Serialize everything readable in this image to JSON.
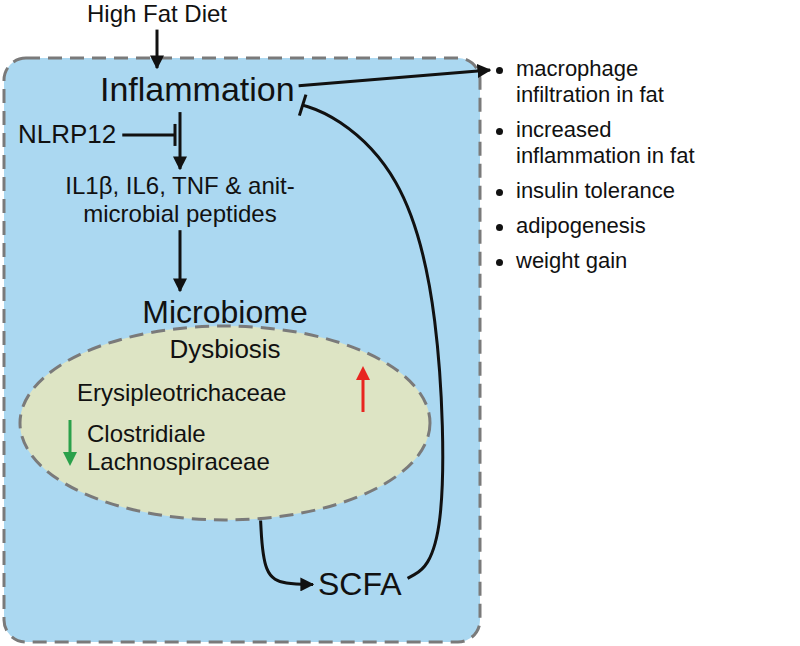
{
  "diagram": {
    "nodes": [
      {
        "text": [
          "High Fat Diet"
        ]
      },
      {
        "text": [
          "Inflammation"
        ]
      },
      {
        "text": [
          "NLRP12"
        ]
      },
      {
        "text": [
          "IL1β, IL6, TNF & anit-microbial peptides"
        ]
      },
      {
        "text": [
          "Microbiome",
          "Dysbiosis",
          "Erysipleotrichaceae",
          "Clostridiale Lachnospiraceae"
        ]
      },
      {
        "text": [
          "SCFA"
        ]
      },
      {
        "text": [
          "macrophage infiltration in fat",
          "increased inflammation in fat",
          "insulin tolerance",
          "adipogenesis",
          "weight gain"
        ]
      }
    ],
    "edges": [
      {
        "from": 0,
        "to": 1,
        "arrow": "to"
      },
      {
        "from": 1,
        "to": 3,
        "arrow": "to"
      },
      {
        "from": 3,
        "to": 4,
        "arrow": "to"
      },
      {
        "from": 4,
        "to": 5,
        "arrow": "to"
      },
      {
        "from": 5,
        "to": 1,
        "arrow": "to"
      },
      {
        "from": 1,
        "to": 6,
        "arrow": "to"
      }
    ]
  }
}
